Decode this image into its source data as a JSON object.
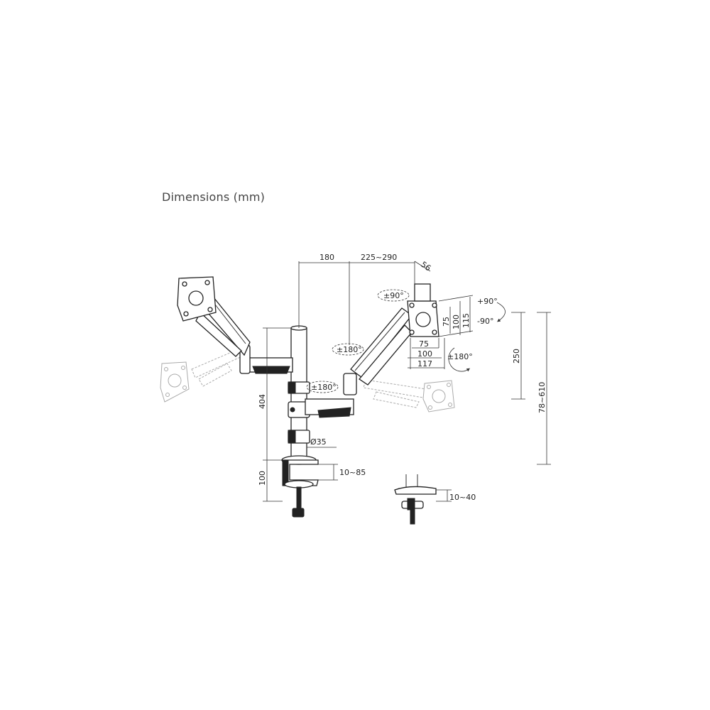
{
  "title": "Dimensions (mm)",
  "dimensions": {
    "d180": "180",
    "d225_290": "225~290",
    "d56": "56",
    "d75_v": "75",
    "d100_v": "100",
    "d115_v": "115",
    "d75_h": "75",
    "d100_h": "100",
    "d117_h": "117",
    "d250": "250",
    "d78_610": "78~610",
    "d404": "404",
    "d35": "Ø35",
    "d100_clamp": "100",
    "d10_85": "10~85",
    "d10_40": "10~40"
  },
  "rotations": {
    "tilt_up": "+90°",
    "tilt_down": "-90°",
    "swivel_top": "±90°",
    "rotate_arm_upper": "±180°",
    "rotate_arm_lower": "±180°",
    "rotate_screen": "±180°"
  }
}
